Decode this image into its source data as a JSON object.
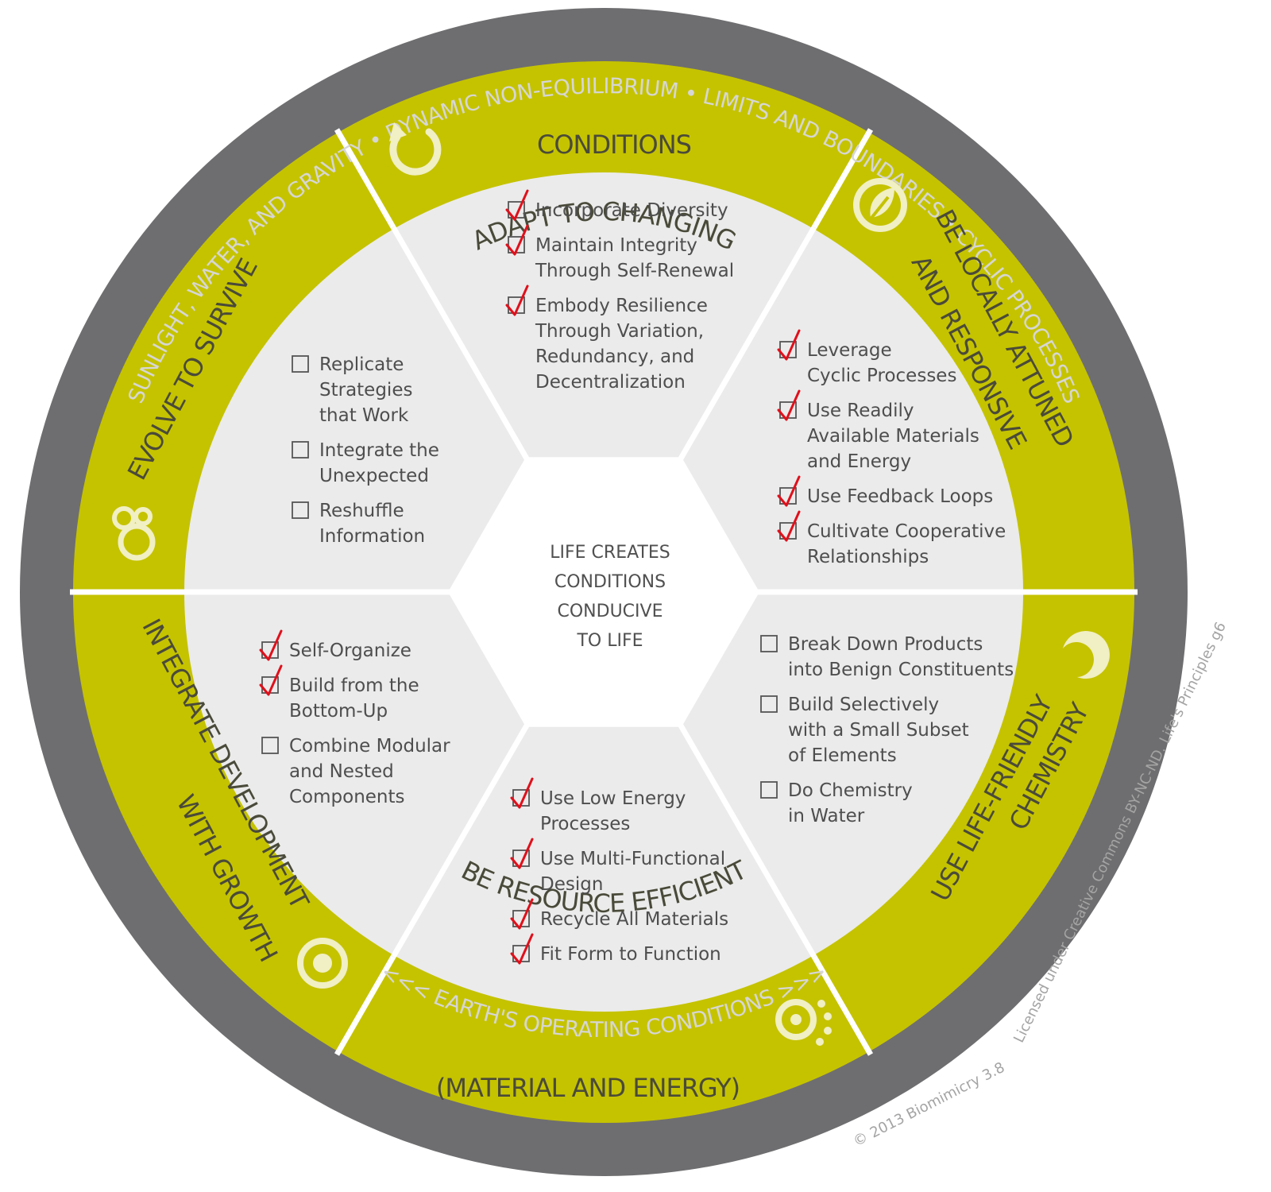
{
  "center": {
    "lines": [
      "LIFE CREATES",
      "CONDITIONS",
      "CONDUCIVE",
      "TO LIFE"
    ]
  },
  "outer_ring": {
    "top_arc": "SUNLIGHT, WATER, AND GRAVITY  •  DYNAMIC NON-EQUILIBRIUM  •  LIMITS AND BOUNDARIES  •  CYCLIC PROCESSES",
    "bottom_arc": "<<< EARTH'S OPERATING CONDITIONS >>>"
  },
  "colors": {
    "ring": "#6e6e70",
    "band": "#c5c300",
    "sector": "#ebebeb",
    "center": "#ffffff",
    "check": "#e0101b",
    "icon": "#f1efc4"
  },
  "categories": [
    {
      "id": "adapt",
      "icon": "cycle-arrow-icon",
      "lines": [
        "ADAPT TO CHANGING",
        "CONDITIONS"
      ],
      "items": [
        {
          "lines": [
            "Incorporate Diversity"
          ],
          "checked": true
        },
        {
          "lines": [
            "Maintain Integrity",
            "Through Self-Renewal"
          ],
          "checked": true
        },
        {
          "lines": [
            "Embody Resilience",
            "Through Variation,",
            "Redundancy, and",
            "Decentralization"
          ],
          "checked": true
        }
      ]
    },
    {
      "id": "local",
      "icon": "leaf-icon",
      "lines": [
        "BE LOCALLY ATTUNED",
        "AND RESPONSIVE"
      ],
      "items": [
        {
          "lines": [
            "Leverage",
            "Cyclic Processes"
          ],
          "checked": true
        },
        {
          "lines": [
            "Use Readily",
            "Available Materials",
            "and Energy"
          ],
          "checked": true
        },
        {
          "lines": [
            "Use Feedback Loops"
          ],
          "checked": true
        },
        {
          "lines": [
            "Cultivate Cooperative",
            "Relationships"
          ],
          "checked": true
        }
      ]
    },
    {
      "id": "chem",
      "icon": "crescent-icon",
      "lines": [
        "USE LIFE-FRIENDLY",
        "CHEMISTRY"
      ],
      "items": [
        {
          "lines": [
            "Break Down Products",
            "into Benign Constituents"
          ],
          "checked": false
        },
        {
          "lines": [
            "Build Selectively",
            "with a Small Subset",
            "of Elements"
          ],
          "checked": false
        },
        {
          "lines": [
            "Do Chemistry",
            "in Water"
          ],
          "checked": false
        }
      ]
    },
    {
      "id": "resource",
      "icon": "dots-swirl-icon",
      "lines": [
        "BE RESOURCE EFFICIENT",
        "(MATERIAL AND ENERGY)"
      ],
      "items": [
        {
          "lines": [
            "Use Low Energy",
            "Processes"
          ],
          "checked": true
        },
        {
          "lines": [
            "Use Multi-Functional",
            "Design"
          ],
          "checked": true
        },
        {
          "lines": [
            "Recycle All Materials"
          ],
          "checked": true
        },
        {
          "lines": [
            "Fit Form to Function"
          ],
          "checked": true
        }
      ]
    },
    {
      "id": "integrate",
      "icon": "target-icon",
      "lines": [
        "INTEGRATE DEVELOPMENT",
        "WITH GROWTH"
      ],
      "items": [
        {
          "lines": [
            "Self-Organize"
          ],
          "checked": true
        },
        {
          "lines": [
            "Build from the",
            "Bottom-Up"
          ],
          "checked": true
        },
        {
          "lines": [
            "Combine Modular",
            "and Nested",
            "Components"
          ],
          "checked": false
        }
      ]
    },
    {
      "id": "evolve",
      "icon": "bubbles-icon",
      "lines": [
        "EVOLVE TO SURVIVE"
      ],
      "items": [
        {
          "lines": [
            "Replicate",
            "Strategies",
            "that Work"
          ],
          "checked": false
        },
        {
          "lines": [
            "Integrate the",
            "Unexpected"
          ],
          "checked": false
        },
        {
          "lines": [
            "Reshuffle",
            "Information"
          ],
          "checked": false
        }
      ]
    }
  ],
  "credits": {
    "license": "Licensed under Creative Commons BY-NC-ND. Life's Principles g6",
    "copyright": "© 2013 Biomimicry 3.8"
  }
}
